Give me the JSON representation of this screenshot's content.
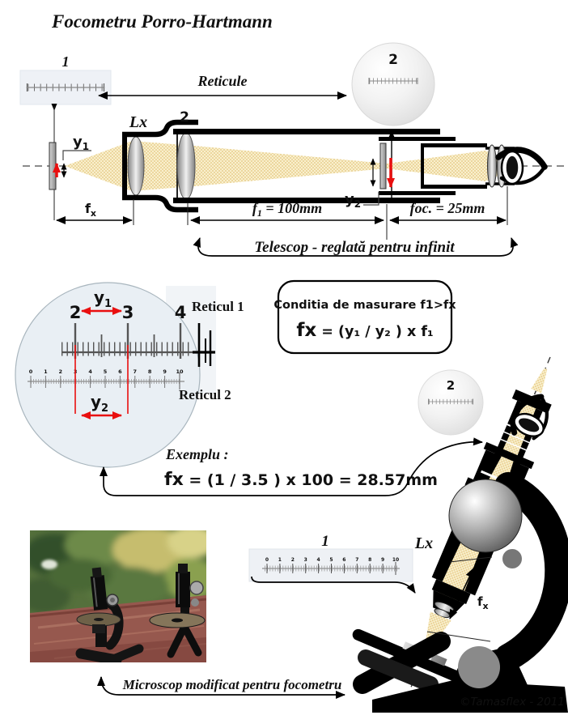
{
  "title": "Focometru Porro-Hartmann",
  "top": {
    "reticle1_label": "1",
    "reticule_arrow_label": "Reticule",
    "reticle2_label": "2"
  },
  "telescope": {
    "lx_label": "Lx",
    "lens2_label": "2",
    "y1": {
      "base": "y",
      "sub": "1"
    },
    "y2": {
      "base": "y",
      "sub": "2"
    },
    "fx": {
      "base": "f",
      "sub": "x"
    },
    "f1": {
      "base": "f",
      "sub": "1",
      "rest": " = 100mm"
    },
    "foc_label": "foc. = 25mm",
    "brace_label": "Telescop -  reglată pentru infinit"
  },
  "magnifier": {
    "upper_numbers": [
      "2",
      "3",
      "4"
    ],
    "lower_numbers": [
      "0",
      "1",
      "2",
      "3",
      "4",
      "5",
      "6",
      "7",
      "8",
      "9",
      "10"
    ],
    "y1": {
      "base": "y",
      "sub": "1"
    },
    "y2": {
      "base": "y",
      "sub": "2"
    },
    "reticul1_label": "Reticul 1",
    "reticul2_label": "Reticul 2"
  },
  "formula_box": {
    "condition": "Conditia de masurare f1>fx",
    "fx": "fx",
    "rest": " = (y₁ / y₂ ) x f₁"
  },
  "example": {
    "label": "Exemplu :",
    "fx": "fx",
    "rest": " = (1 / 3.5 ) x 100 = 28.57mm"
  },
  "microscope": {
    "reticle2_label": "2",
    "ruler1_label": "1",
    "ruler_numbers": [
      "0",
      "1",
      "2",
      "3",
      "4",
      "5",
      "6",
      "7",
      "8",
      "9",
      "10"
    ],
    "lx_label": "Lx",
    "fx": {
      "base": "f",
      "sub": "x"
    },
    "caption": "Microscop modificat pentru focometru",
    "credit": "©Tamasflex - 2011"
  },
  "colors": {
    "beam": "#e8c87e",
    "accent_red": "#e90f0f",
    "magnifier_fill": "#e9eff4"
  }
}
